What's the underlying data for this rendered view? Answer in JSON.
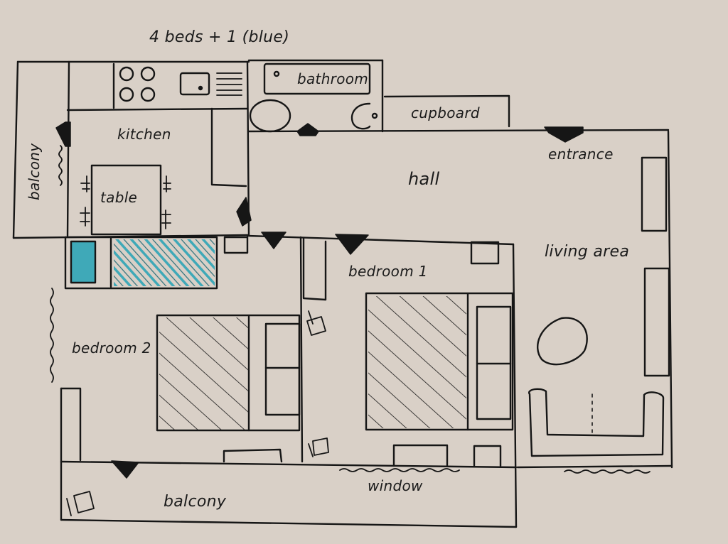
{
  "header": {
    "note": "4 beds  + 1 (blue)"
  },
  "rooms": {
    "kitchen": "kitchen",
    "table": "table",
    "bathroom": "bathroom",
    "cupboard": "cupboard",
    "entrance": "entrance",
    "hall": "hall",
    "living_area": "living area",
    "bedroom1": "bedroom 1",
    "bedroom2": "bedroom 2",
    "balcony_left": "balcony",
    "balcony_bottom": "balcony",
    "window": "window"
  },
  "colors": {
    "paper": "#d9d0c7",
    "ink": "#161616",
    "blue_bed": "#3fa9b8"
  },
  "icons": {
    "door_arrow": "triangle-arrow",
    "window": "wavy-line",
    "chair": "chair-sketch"
  }
}
